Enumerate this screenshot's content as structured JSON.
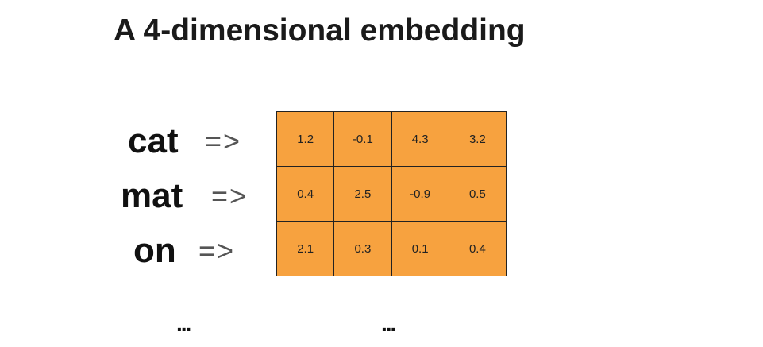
{
  "title": "A 4-dimensional embedding",
  "arrow": "=>",
  "rows": [
    {
      "word": "cat",
      "values": [
        "1.2",
        "-0.1",
        "4.3",
        "3.2"
      ]
    },
    {
      "word": "mat",
      "values": [
        "0.4",
        "2.5",
        "-0.9",
        "0.5"
      ]
    },
    {
      "word": "on",
      "values": [
        "2.1",
        "0.3",
        "0.1",
        "0.4"
      ]
    }
  ],
  "ellipsis": "..."
}
